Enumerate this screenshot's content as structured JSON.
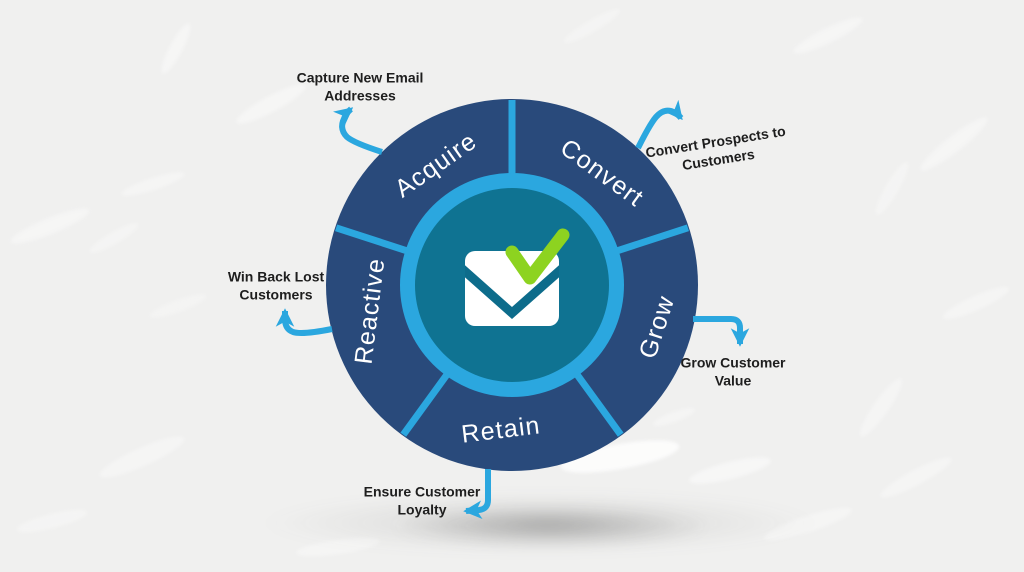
{
  "colors": {
    "background": "#F0F0EF",
    "wheel_navy": "#294A7B",
    "accent_blue": "#2BA7DF",
    "hub_teal": "#0F7392",
    "envelope_fold_teal": "#0D6C8B",
    "check_green": "#8DD320",
    "segment_label_text": "#FFFFFF",
    "callout_text": "#1E1E1E"
  },
  "wheel": {
    "hub_icon": "envelope-with-checkmark",
    "segments": [
      {
        "label": "Acquire"
      },
      {
        "label": "Convert"
      },
      {
        "label": "Grow"
      },
      {
        "label": "Retain"
      },
      {
        "label": "Reactive"
      }
    ]
  },
  "callouts": [
    {
      "id": "acquire",
      "line1": "Capture New Email",
      "line2": "Addresses"
    },
    {
      "id": "convert",
      "line1": "Convert Prospects to",
      "line2": "Customers"
    },
    {
      "id": "grow",
      "line1": "Grow Customer",
      "line2": "Value"
    },
    {
      "id": "retain",
      "line1": "Ensure Customer",
      "line2": "Loyalty"
    },
    {
      "id": "reactive",
      "line1": "Win Back Lost",
      "line2": "Customers"
    }
  ]
}
